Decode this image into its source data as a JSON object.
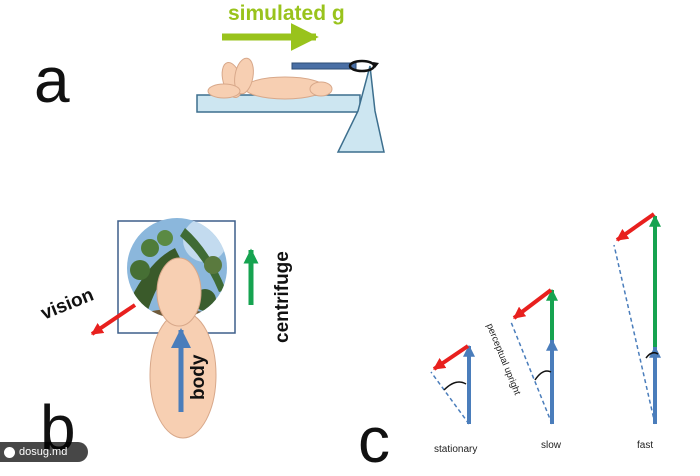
{
  "panel_a": {
    "letter": "a",
    "arrow_label": "simulated g"
  },
  "panel_b": {
    "letter": "b",
    "labels": {
      "vision": "vision",
      "body": "body",
      "centrifuge": "centrifuge"
    }
  },
  "panel_c": {
    "letter": "c",
    "axis_label": "perceptual upright",
    "conditions": [
      {
        "name": "stationary"
      },
      {
        "name": "slow"
      },
      {
        "name": "fast"
      }
    ]
  },
  "colors": {
    "body_fill": "#f7cfb2",
    "body_stroke": "#d8a88a",
    "platform_fill": "#cde6f1",
    "platform_stroke": "#3d6f8e",
    "gravity_arrow": "#99c31c",
    "vision_arrow": "#e8201e",
    "body_arrow": "#4a7dbb",
    "centrifuge_arrow": "#16a350"
  },
  "watermark": {
    "text": "dosug.md",
    "icon": "site-logo-icon"
  }
}
